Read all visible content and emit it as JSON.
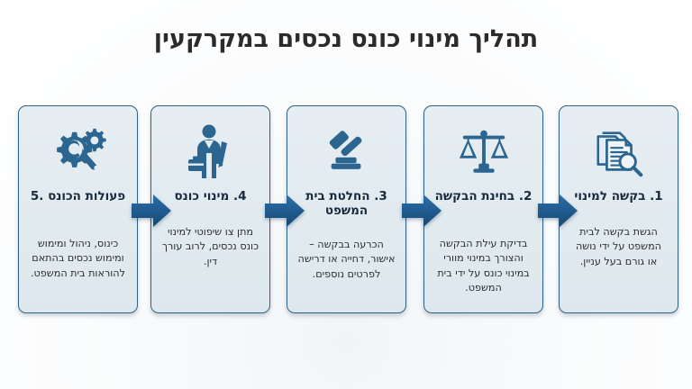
{
  "title": "תהליך מינוי כונס נכסים במקרקעין",
  "colors": {
    "background": "#ffffff",
    "card_fill": "#e3ecf1",
    "card_border": "#30607f",
    "icon_blue": "#2a6punkt",
    "icon": "#2b6590",
    "arrow": "#1f5b8f",
    "heading_text": "#17293c",
    "body_text": "#2d2d2d",
    "title_text": "#2b2b2b"
  },
  "steps": [
    {
      "number": "1",
      "icon": "document-search-icon",
      "heading": "1. בקשה למינוי",
      "body": "הגשת בקשה לבית המשפט על ידי נושה או גורם בעל עניין."
    },
    {
      "number": "2",
      "icon": "scales-of-justice-icon",
      "heading": "2. בחינת הבקשה",
      "body": "בדיקת עילת הבקשה והצורך במינוי מוורי במינוי כונס על ידי בית המשפט."
    },
    {
      "number": "3",
      "icon": "gavel-icon",
      "heading": "3. החלטת בית המשפט",
      "body": "הכרעה בבקשה – אישור, דחייה או דרישה לפרטים נוספים."
    },
    {
      "number": "4",
      "icon": "businessman-briefcase-icon",
      "heading": "4. מינוי כונס",
      "body": "מתן צו שיפוטי למינוי כונס נכסים, לרוב עורך דין."
    },
    {
      "number": "5",
      "icon": "gear-wrench-icon",
      "heading": "פעולות הכונס .5",
      "body": "כינוס, ניהול ומימוש ומימוש נכסים בהתאם להוראות בית המשפט."
    }
  ],
  "arrows": [
    {
      "name": "arrow-step-1-to-2",
      "direction": "right"
    },
    {
      "name": "arrow-step-2-to-3",
      "direction": "right"
    },
    {
      "name": "arrow-step-3-to-4",
      "direction": "right"
    },
    {
      "name": "arrow-step-4-to-5",
      "direction": "right"
    }
  ]
}
